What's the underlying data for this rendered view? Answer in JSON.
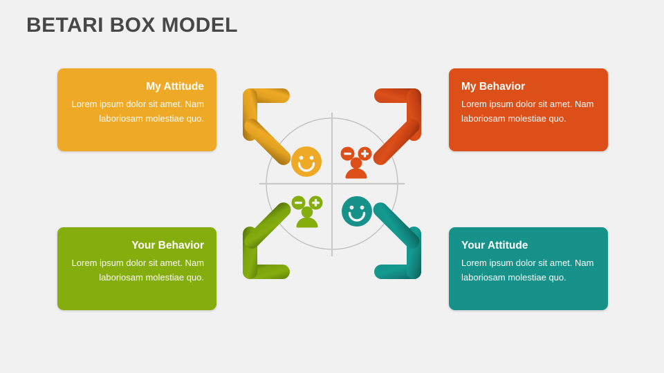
{
  "slide": {
    "title": "BETARI BOX MODEL",
    "background_color": "#f1f1f1",
    "title_color": "#474747"
  },
  "cards": [
    {
      "id": "my-attitude",
      "title": "My Attitude",
      "body": "Lorem ipsum dolor sit amet. Nam laboriosam molestiae quo.",
      "color": "#eeaa26",
      "position": "top-left",
      "align": "right"
    },
    {
      "id": "my-behavior",
      "title": "My Behavior",
      "body": "Lorem ipsum dolor sit amet. Nam laboriosam molestiae quo.",
      "color": "#dc4f19",
      "position": "top-right",
      "align": "left"
    },
    {
      "id": "your-behavior",
      "title": "Your Behavior",
      "body": "Lorem ipsum dolor sit amet. Nam laboriosam molestiae quo.",
      "color": "#85ad0e",
      "position": "bottom-left",
      "align": "right"
    },
    {
      "id": "your-attitude",
      "title": "Your Attitude",
      "body": "Lorem ipsum dolor sit amet. Nam laboriosam molestiae quo.",
      "color": "#17928a",
      "position": "bottom-right",
      "align": "left"
    }
  ],
  "diagram": {
    "circle_stroke": "#b9b9b9",
    "crosshair_stroke": "#c9c9c9",
    "quadrant_icons": [
      {
        "id": "smiley-amber",
        "icon": "smiley-face-icon",
        "quadrant": "top-left",
        "color": "#eeaa26"
      },
      {
        "id": "person-plus-minus-red",
        "icon": "person-plus-minus-icon",
        "quadrant": "top-right",
        "color": "#dc4f19"
      },
      {
        "id": "person-plus-minus-green",
        "icon": "person-plus-minus-icon",
        "quadrant": "bottom-left",
        "color": "#85ad0e"
      },
      {
        "id": "smiley-teal",
        "icon": "smiley-face-icon",
        "quadrant": "bottom-right",
        "color": "#17928a"
      }
    ],
    "arrows": [
      {
        "id": "arrow-up-left",
        "icon": "arrow-up-left-icon",
        "direction": "up-left",
        "color_light": "#eeaa26",
        "color_dark": "#9a6a10"
      },
      {
        "id": "arrow-up-right",
        "icon": "arrow-up-right-icon",
        "direction": "up-right",
        "color_light": "#dc4f19",
        "color_dark": "#8c2c0c"
      },
      {
        "id": "arrow-down-left",
        "icon": "arrow-down-left-icon",
        "direction": "down-left",
        "color_light": "#85ad0e",
        "color_dark": "#4d6b08"
      },
      {
        "id": "arrow-down-right",
        "icon": "arrow-down-right-icon",
        "direction": "down-right",
        "color_light": "#17928a",
        "color_dark": "#0a5c57"
      }
    ]
  }
}
